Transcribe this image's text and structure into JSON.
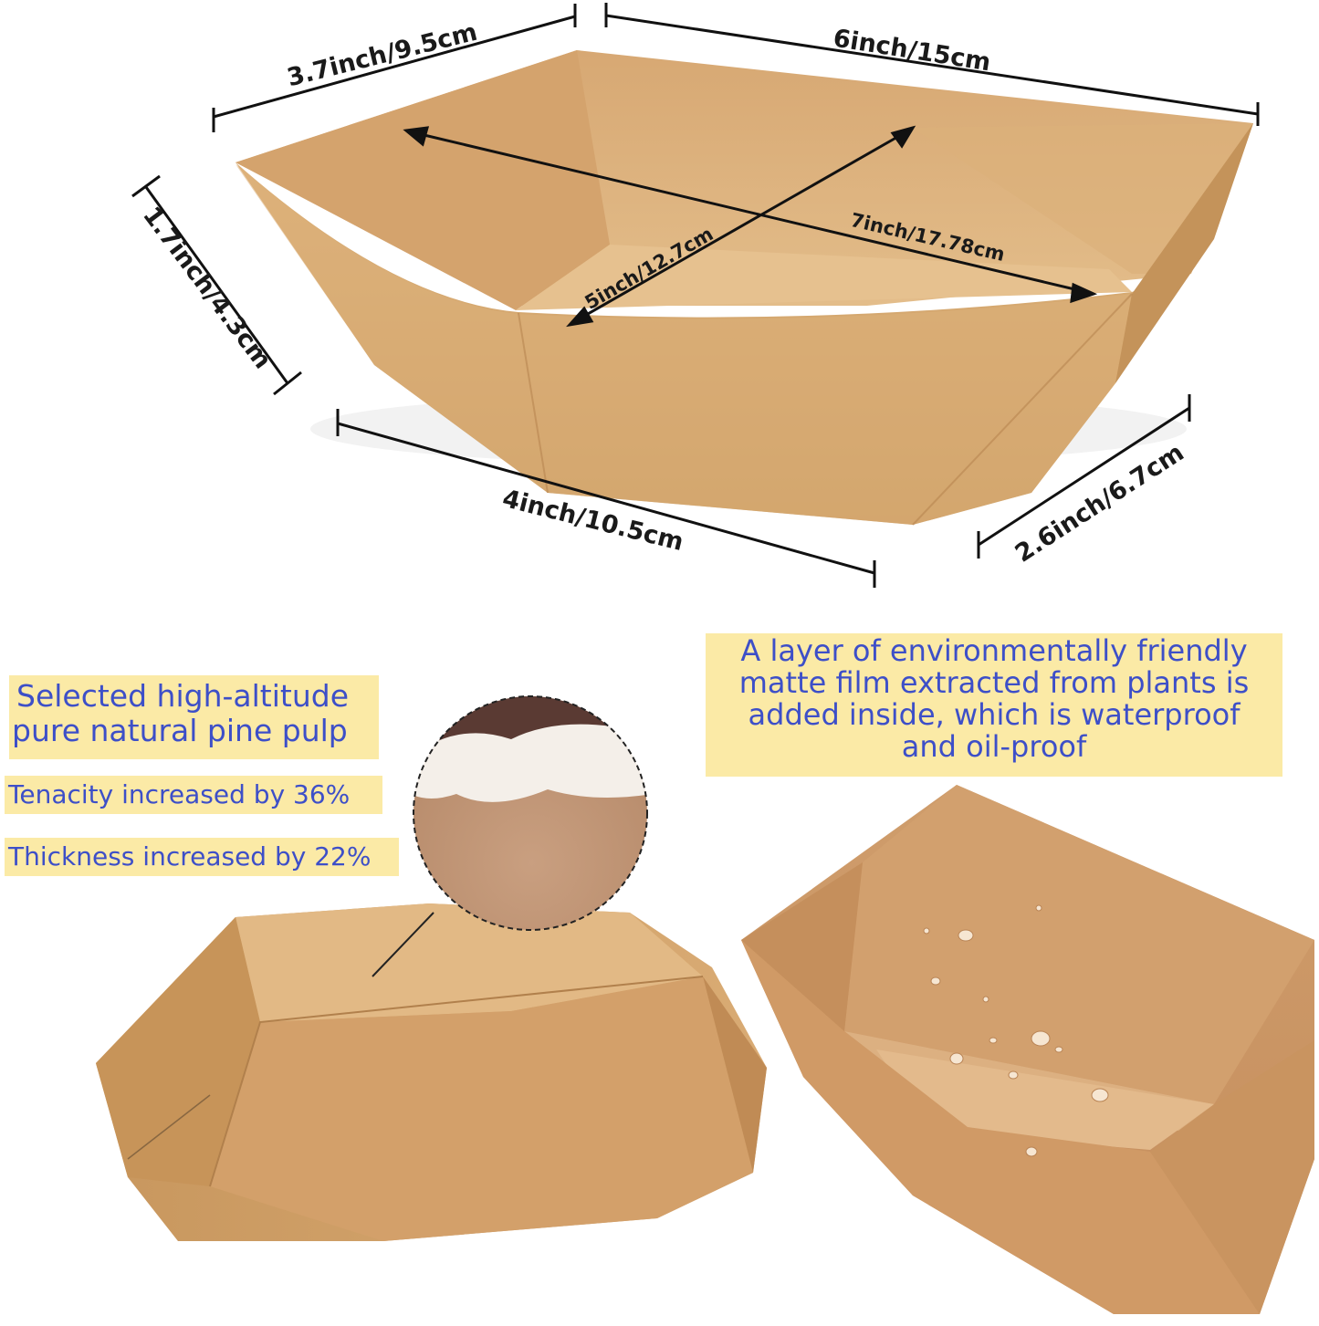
{
  "dimensions": {
    "top_width": "3.7inch/9.5cm",
    "top_length": "6inch/15cm",
    "height": "1.7inch/4.3cm",
    "bottom_length": "4inch/10.5cm",
    "bottom_width": "2.6inch/6.7cm",
    "diagonal_long": "7inch/17.78cm",
    "diagonal_short": "5inch/12.7cm"
  },
  "features": {
    "pulp_line1": "Selected high-altitude",
    "pulp_line2": "pure natural pine pulp",
    "tenacity": "Tenacity increased by 36%",
    "thickness": "Thickness increased by 22%",
    "film_line1": "A layer of environmentally friendly",
    "film_line2": "matte film extracted from plants is",
    "film_line3": "added inside, which is waterproof",
    "film_line4": "and oil-proof"
  },
  "colors": {
    "kraft_light": "#d9ac74",
    "kraft_dark": "#c4955d",
    "banner_bg": "#fbeaa6",
    "banner_text": "#3d4fc8"
  }
}
